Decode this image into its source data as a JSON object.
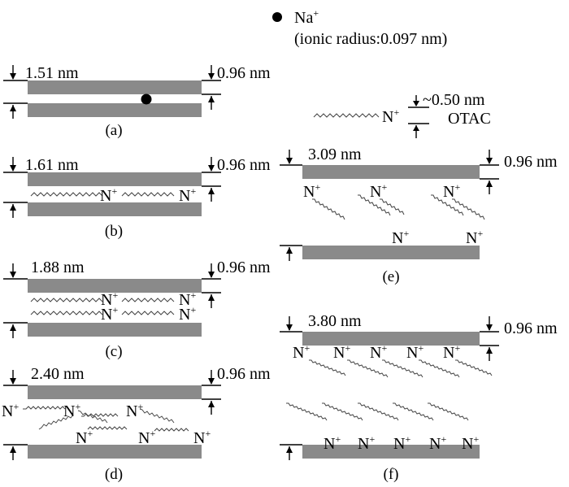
{
  "legend": {
    "na_symbol": "Na",
    "na_charge": "+",
    "ionic_radius": "(ionic radius:0.097 nm)",
    "otac_height": "~0.50 nm",
    "otac_label": "OTAC",
    "n_symbol": "N",
    "n_charge": "+"
  },
  "panels": {
    "a": {
      "caption": "(a)",
      "spacing": "1.51 nm",
      "thickness": "0.96 nm"
    },
    "b": {
      "caption": "(b)",
      "spacing": "1.61 nm",
      "thickness": "0.96 nm"
    },
    "c": {
      "caption": "(c)",
      "spacing": "1.88 nm",
      "thickness": "0.96 nm"
    },
    "d": {
      "caption": "(d)",
      "spacing": "2.40 nm",
      "thickness": "0.96 nm"
    },
    "e": {
      "caption": "(e)",
      "spacing": "3.09 nm",
      "thickness": "0.96 nm"
    },
    "f": {
      "caption": "(f)",
      "spacing": "3.80 nm",
      "thickness": "0.96 nm"
    }
  }
}
